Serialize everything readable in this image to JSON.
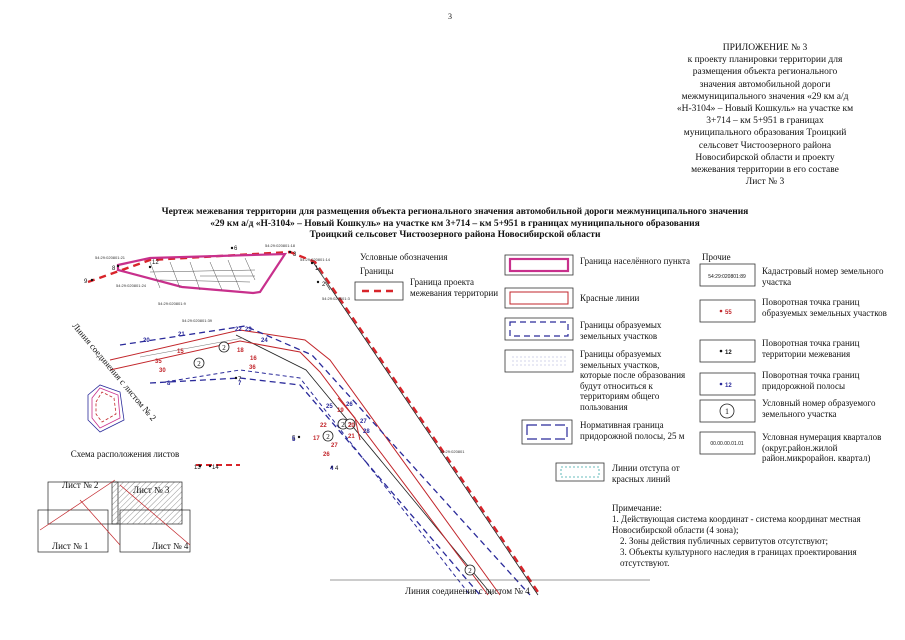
{
  "page_number": "3",
  "appendix": {
    "heading": "ПРИЛОЖЕНИЕ № 3",
    "lines": [
      "к проекту планировки территории для",
      "размещения объекта регионального",
      "значения автомобильной дороги",
      "межмуниципального значения «29 км а/д",
      "«Н-3104» – Новый Кошкуль» на участке км",
      "3+714 – км 5+951 в границах",
      "муниципального образования Троицкий",
      "сельсовет Чистоозерного района",
      "Новосибирской области и проекту",
      "межевания территории в его составе",
      "Лист № 3"
    ]
  },
  "title": [
    "Чертеж межевания территории для размещения объекта регионального значения автомобильной дороги межмуниципального значения",
    "«29 км а/д «Н-3104» – Новый Кошкуль» на участке км 3+714 – км 5+951 в границах муниципального образования",
    "Троицкий сельсовет Чистоозерного района Новосибирской области"
  ],
  "legend": {
    "heading": "Условные обозначения",
    "section_borders": "Границы",
    "section_other": "Прочие",
    "items_left": [
      {
        "label": "Граница проекта межевания территории"
      }
    ],
    "items_mid": [
      {
        "label": "Граница населённого пункта"
      },
      {
        "label": "Красные линии"
      },
      {
        "label": "Границы образуемых земельных участков"
      },
      {
        "label": "Границы образуемых земельных участков, которые после образования будут относиться к территориям общего пользования"
      },
      {
        "label": "Нормативная граница придорожной полосы, 25 м"
      },
      {
        "label": "Линии отступа от красных линий"
      }
    ],
    "items_right": [
      {
        "sample": "54:29:020801:89",
        "label": "Кадастровый номер земельного участка"
      },
      {
        "sample": "55",
        "label": "Поворотная точка границ образуемых земельных участков"
      },
      {
        "sample": "12",
        "label": "Поворотная точка границ территории межевания"
      },
      {
        "sample": "12",
        "label": "Поворотная точка границ придорожной полосы"
      },
      {
        "sample": "1",
        "label": "Условный номер образуемого земельного участка"
      },
      {
        "sample": "00.00.00.01.01",
        "label": "Условная нумерация кварталов (округ.район.жилой район.микрорайон. квартал)"
      }
    ]
  },
  "notes": {
    "heading": "Примечание:",
    "items": [
      "1. Действующая система координат - система координат местная Новосибирской области (4 зона);",
      "2. Зоны действия публичных сервитутов отсутствуют;",
      "3. Объекты культурного наследия в границах проектирования отсутствуют."
    ]
  },
  "scheme": {
    "title": "Схема расположения листов",
    "sheets": [
      "Лист № 2",
      "Лист № 3",
      "Лист № 1",
      "Лист № 4"
    ]
  },
  "map": {
    "link_left": "Линия соединения с листом № 2",
    "link_bottom": "Линия соединения с листом № 4",
    "cadastral_labels": [
      "54:29:020801:21",
      "54:29:020801:18",
      "54:29:020801:14",
      "54:29:020801:24",
      "54:29:020801:9",
      "54:29:020801:39",
      "54:29:020801:3",
      "54:29:020801"
    ],
    "numbers_black": [
      "9",
      "8",
      "1",
      "2",
      "3",
      "4",
      "5",
      "6",
      "7",
      "13",
      "14",
      "12"
    ],
    "numbers_red": [
      "15",
      "16",
      "17",
      "18",
      "19",
      "20",
      "21",
      "22",
      "26",
      "27",
      "30",
      "35",
      "36"
    ],
    "numbers_blue": [
      "20",
      "21",
      "22",
      "23",
      "24",
      "25",
      "26",
      "27",
      "28",
      "8",
      "7",
      "5",
      "4"
    ],
    "circles": [
      "2",
      "2",
      "2",
      "2",
      "2",
      "2"
    ]
  },
  "colors": {
    "red_dashed": "#d8242a",
    "magenta": "#c8308c",
    "red_line": "#c2262b",
    "blue_dashed": "#2a2a9a",
    "hatch": "#9aa0c8"
  }
}
